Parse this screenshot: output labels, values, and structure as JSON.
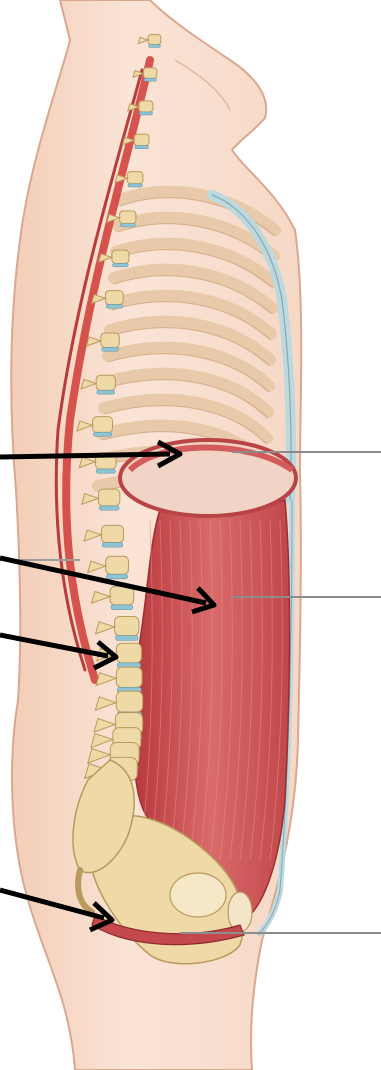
{
  "figure": {
    "colors": {
      "background": "#ffffff",
      "skin": "#f7dccb",
      "skin_outline": "#d9a88f",
      "bone": "#efd9a6",
      "bone_outline": "#b99a5c",
      "disc": "#8fc4d4",
      "muscle": "#c54a4c",
      "muscle_light": "#e58a86",
      "rib": "#e8c9a9",
      "spinal_muscle": "#d03a36",
      "arrow": "#000000",
      "leader_line": "#8c8c8c"
    }
  },
  "callouts": [
    {
      "id": "diaphragm",
      "label": ""
    },
    {
      "id": "transversus-abdominis",
      "label": ""
    },
    {
      "id": "multifidus",
      "label": ""
    },
    {
      "id": "pelvic-floor",
      "label": ""
    }
  ]
}
